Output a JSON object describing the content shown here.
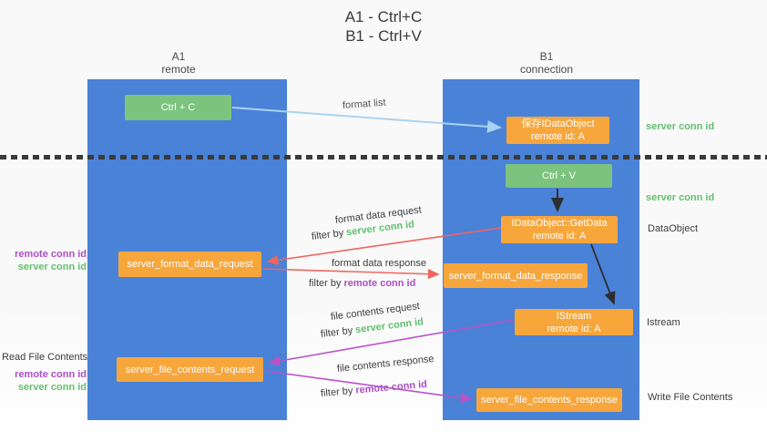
{
  "colors": {
    "column-blue": "#4a82d8",
    "box-green": "#7cc47e",
    "box-orange": "#f7a63c",
    "arrow-blue": "#a9d3f2",
    "arrow-red": "#f0655e",
    "arrow-magenta": "#ba52c8",
    "arrow-black": "#2e2e2e",
    "text-green": "#63bf6e",
    "text-purple": "#ab4ec4",
    "text-dark": "#3d3d3d"
  },
  "title": {
    "line1": "A1 - Ctrl+C",
    "line2": "B1 - Ctrl+V"
  },
  "lanes": {
    "left": {
      "name": "A1",
      "role": "remote"
    },
    "right": {
      "name": "B1",
      "role": "connection"
    }
  },
  "nodes": {
    "ctrl_c": {
      "label": "Ctrl + C"
    },
    "ctrl_v": {
      "label": "Ctrl + V"
    },
    "save_dataobject": {
      "line1": "保存IDataObject",
      "line2": "remote id: A"
    },
    "getdata": {
      "line1": "IDataObject::GetData",
      "line2": "remote id: A"
    },
    "istream": {
      "line1": "IStream",
      "line2": "remote id: A"
    },
    "format_request": {
      "label": "server_format_data_request"
    },
    "format_response": {
      "label": "server_format_data_response"
    },
    "file_request": {
      "label": "server_file_contents_request"
    },
    "file_response": {
      "label": "server_file_contents_response"
    }
  },
  "edge_labels": {
    "format_list": "format list",
    "format_data_request": "format data request",
    "format_data_response": "format data response",
    "file_contents_request": "file contents request",
    "file_contents_response": "file contents response",
    "filter_by": "filter by"
  },
  "ids": {
    "server_conn_id": "server conn id",
    "remote_conn_id": "remote conn id"
  },
  "side_labels": {
    "read_file_contents": "Read File Contents",
    "write_file_contents": "Write File Contents",
    "dataobject": "DataObject",
    "istream": "Istream"
  }
}
